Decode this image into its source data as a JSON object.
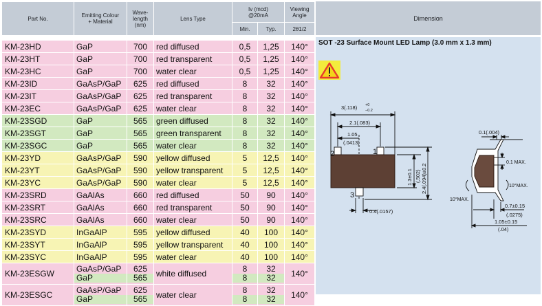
{
  "header": {
    "part_no": "Part No.",
    "emit_1": "Emitting Colour",
    "emit_2": "+ Material",
    "wave_1": "Wave-",
    "wave_2": "length",
    "wave_3": "(nm)",
    "lens": "Lens Type",
    "iv_1": "Iv (mcd)",
    "iv_2": "@20mA",
    "iv_min": "Min.",
    "iv_typ": "Typ.",
    "view_1": "Viewing",
    "view_2": "Angle",
    "view_3": "2θ1/2",
    "dimension": "Dimension"
  },
  "rows": [
    {
      "part": "KM-23HD",
      "material": "GaP",
      "wavelength": "700",
      "lens": "red diffused",
      "min": "0,5",
      "typ": "1,25",
      "angle": "140°",
      "color": "red"
    },
    {
      "part": "KM-23HT",
      "material": "GaP",
      "wavelength": "700",
      "lens": "red transparent",
      "min": "0,5",
      "typ": "1,25",
      "angle": "140°",
      "color": "red"
    },
    {
      "part": "KM-23HC",
      "material": "GaP",
      "wavelength": "700",
      "lens": "water clear",
      "min": "0,5",
      "typ": "1,25",
      "angle": "140°",
      "color": "red"
    },
    {
      "part": "KM-23ID",
      "material": "GaAsP/GaP",
      "wavelength": "625",
      "lens": "red diffused",
      "min": "8",
      "typ": "32",
      "angle": "140°",
      "color": "red"
    },
    {
      "part": "KM-23IT",
      "material": "GaAsP/GaP",
      "wavelength": "625",
      "lens": "red transparent",
      "min": "8",
      "typ": "32",
      "angle": "140°",
      "color": "red"
    },
    {
      "part": "KM-23EC",
      "material": "GaAsP/GaP",
      "wavelength": "625",
      "lens": "water clear",
      "min": "8",
      "typ": "32",
      "angle": "140°",
      "color": "red"
    },
    {
      "part": "KM-23SGD",
      "material": "GaP",
      "wavelength": "565",
      "lens": "green diffused",
      "min": "8",
      "typ": "32",
      "angle": "140°",
      "color": "grn"
    },
    {
      "part": "KM-23SGT",
      "material": "GaP",
      "wavelength": "565",
      "lens": "green transparent",
      "min": "8",
      "typ": "32",
      "angle": "140°",
      "color": "grn"
    },
    {
      "part": "KM-23SGC",
      "material": "GaP",
      "wavelength": "565",
      "lens": "water clear",
      "min": "8",
      "typ": "32",
      "angle": "140°",
      "color": "grn"
    },
    {
      "part": "KM-23YD",
      "material": "GaAsP/GaP",
      "wavelength": "590",
      "lens": "yellow diffused",
      "min": "5",
      "typ": "12,5",
      "angle": "140°",
      "color": "yel"
    },
    {
      "part": "KM-23YT",
      "material": "GaAsP/GaP",
      "wavelength": "590",
      "lens": "yellow transparent",
      "min": "5",
      "typ": "12,5",
      "angle": "140°",
      "color": "yel"
    },
    {
      "part": "KM-23YC",
      "material": "GaAsP/GaP",
      "wavelength": "590",
      "lens": "water clear",
      "min": "5",
      "typ": "12,5",
      "angle": "140°",
      "color": "yel"
    },
    {
      "part": "KM-23SRD",
      "material": "GaAlAs",
      "wavelength": "660",
      "lens": "red diffused",
      "min": "50",
      "typ": "90",
      "angle": "140°",
      "color": "red"
    },
    {
      "part": "KM-23SRT",
      "material": "GaAlAs",
      "wavelength": "660",
      "lens": "red transparent",
      "min": "50",
      "typ": "90",
      "angle": "140°",
      "color": "red"
    },
    {
      "part": "KM-23SRC",
      "material": "GaAlAs",
      "wavelength": "660",
      "lens": "water clear",
      "min": "50",
      "typ": "90",
      "angle": "140°",
      "color": "red"
    },
    {
      "part": "KM-23SYD",
      "material": "InGaAlP",
      "wavelength": "595",
      "lens": "yellow diffused",
      "min": "40",
      "typ": "100",
      "angle": "140°",
      "color": "yel"
    },
    {
      "part": "KM-23SYT",
      "material": "InGaAlP",
      "wavelength": "595",
      "lens": "yellow transparent",
      "min": "40",
      "typ": "100",
      "angle": "140°",
      "color": "yel"
    },
    {
      "part": "KM-23SYC",
      "material": "InGaAlP",
      "wavelength": "595",
      "lens": "water clear",
      "min": "40",
      "typ": "100",
      "angle": "140°",
      "color": "yel"
    }
  ],
  "dual_rows": [
    {
      "part": "KM-23ESGW",
      "material_1": "GaAsP/GaP",
      "material_2": "GaP",
      "wave_1": "625",
      "wave_2": "565",
      "lens": "white diffused",
      "min_1": "8",
      "min_2": "8",
      "typ_1": "32",
      "typ_2": "32",
      "angle": "140°"
    },
    {
      "part": "KM-23ESGC",
      "material_1": "GaAsP/GaP",
      "material_2": "GaP",
      "wave_1": "625",
      "wave_2": "565",
      "lens": "water clear",
      "min_1": "8",
      "min_2": "8",
      "typ_1": "32",
      "typ_2": "32",
      "angle": "140°"
    }
  ],
  "dimension": {
    "title": "SOT -23 Surface Mount LED Lamp (3.0 mm x 1.3 mm)",
    "warning_icon": "warning-triangle-icon",
    "labels": {
      "w_total": "3(.118)",
      "w_tol_plus": "+0",
      "w_tol_minus": "−0.2",
      "pitch": "2.1(.083)",
      "half_pitch_1": "1.05",
      "half_pitch_2": "(.0413)",
      "pin1": "1",
      "pin2": "2",
      "pin3": "3",
      "height_body": "1.3±0.1",
      "height_body_in": "(.502)",
      "height_total": "2.4(.094)±0.2",
      "lead_w": "0.4(.0157)",
      "thickness": "0.1(.004)",
      "max_01": "0.1  MAX.",
      "angle_right": "10°MAX.",
      "angle_left": "10°MAX.",
      "lead_len_1": "0.7±0.15",
      "lead_len_1_in": "(.0275)",
      "lead_len_2": "1.05±0.15",
      "lead_len_2_in": "(.04)"
    }
  }
}
